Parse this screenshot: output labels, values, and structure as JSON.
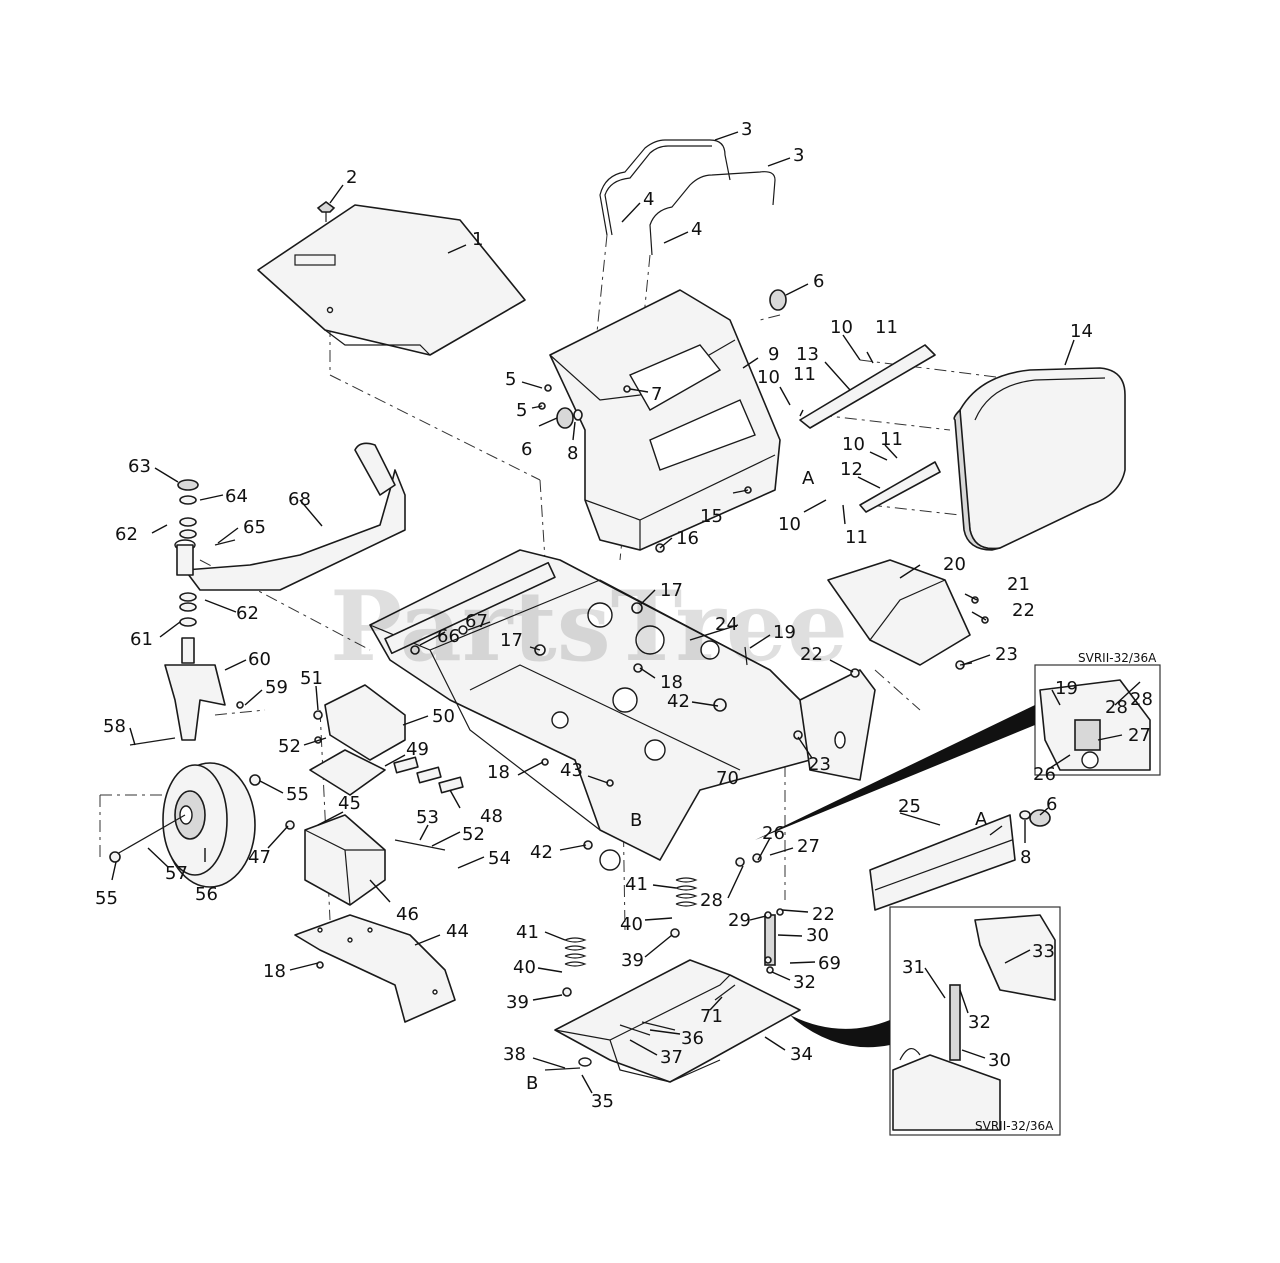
{
  "watermark": "PartsTree",
  "inset_labels": [
    "SVRII-32/36A",
    "SVRII-32/36A"
  ],
  "reference_letters": [
    {
      "id": "a1",
      "text": "A"
    },
    {
      "id": "a2",
      "text": "A"
    },
    {
      "id": "b1",
      "text": "B"
    },
    {
      "id": "b2",
      "text": "B"
    }
  ],
  "callouts": [
    "1",
    "2",
    "3",
    "3",
    "4",
    "4",
    "5",
    "5",
    "6",
    "6",
    "6",
    "7",
    "8",
    "8",
    "9",
    "10",
    "10",
    "10",
    "10",
    "11",
    "11",
    "11",
    "11",
    "12",
    "13",
    "14",
    "15",
    "16",
    "17",
    "17",
    "18",
    "18",
    "18",
    "19",
    "19",
    "20",
    "21",
    "22",
    "22",
    "22",
    "23",
    "23",
    "24",
    "25",
    "26",
    "26",
    "27",
    "27",
    "28",
    "28",
    "28",
    "29",
    "30",
    "30",
    "31",
    "32",
    "32",
    "33",
    "34",
    "35",
    "36",
    "37",
    "38",
    "39",
    "39",
    "40",
    "40",
    "41",
    "41",
    "42",
    "42",
    "43",
    "44",
    "45",
    "46",
    "47",
    "48",
    "49",
    "50",
    "51",
    "52",
    "52",
    "53",
    "54",
    "55",
    "55",
    "56",
    "57",
    "58",
    "59",
    "60",
    "61",
    "62",
    "62",
    "63",
    "64",
    "65",
    "66",
    "67",
    "68",
    "69",
    "70",
    "71"
  ]
}
